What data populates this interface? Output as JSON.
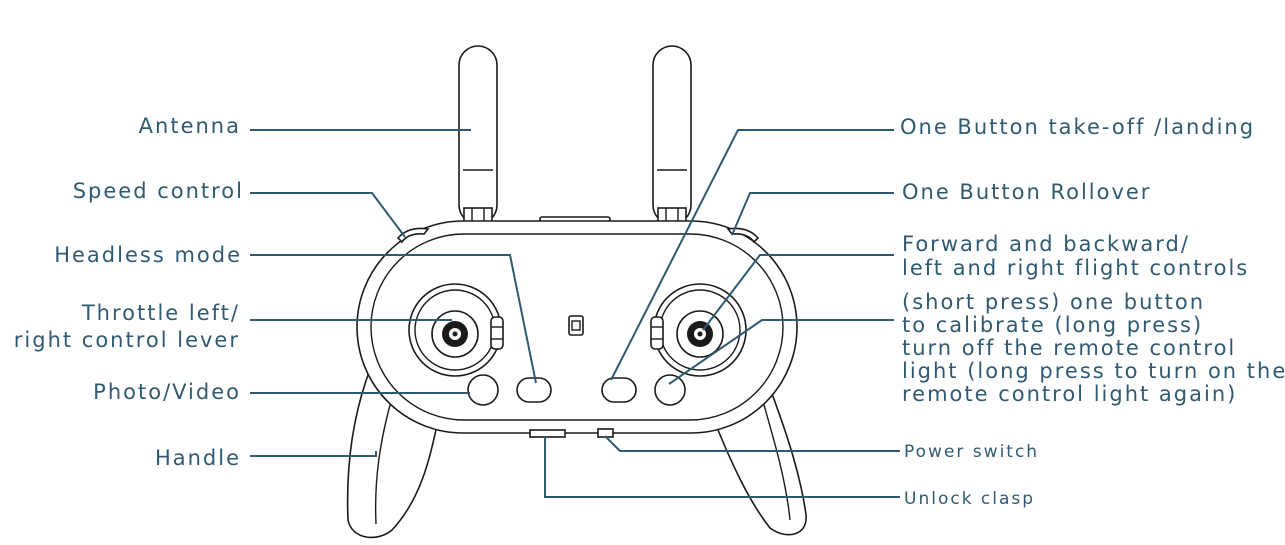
{
  "labels": {
    "antenna": "Antenna",
    "speed_control": "Speed control",
    "headless_mode": "Headless mode",
    "throttle": [
      "Throttle left/",
      "right control lever"
    ],
    "photo_video": "Photo/Video",
    "handle": "Handle",
    "takeoff_landing": "One Button take-off /landing",
    "rollover": "One Button Rollover",
    "flight_controls": [
      "Forward and backward/",
      "left and right flight controls"
    ],
    "calibrate": [
      "(short press) one button",
      "to calibrate (long press)",
      "turn off the remote control",
      "light (long press to turn on the",
      "remote control light again)"
    ],
    "power_switch": "Power switch",
    "unlock_clasp": "Unlock clasp"
  },
  "colors": {
    "label": "#2f5a72",
    "outline": "#1a1a1a"
  },
  "icons": {
    "device": "remote-controller-illustration"
  }
}
